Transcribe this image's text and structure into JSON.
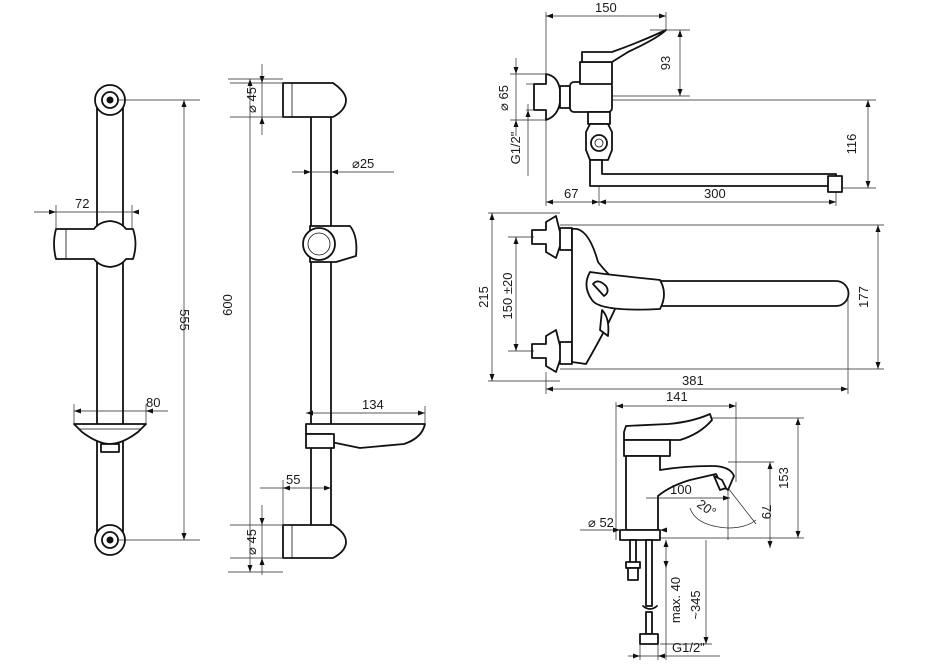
{
  "rail_front": {
    "dim_width": "72",
    "dim_height": "555",
    "dim_tray": "80"
  },
  "rail_side": {
    "dim_holder_dia": "45",
    "dim_tube_dia": "25",
    "dim_height": "600",
    "dim_tray_depth": "134",
    "dim_holder_depth": "55",
    "dim_holder_dia_bottom": "45"
  },
  "wall_mixer_side": {
    "dim_body_width": "150",
    "dim_handle_height": "93",
    "dim_inlet_dia": "65",
    "dim_thread": "G1/2\"",
    "dim_spout_height": "116",
    "dim_wall_offset": "67",
    "dim_spout_length": "300"
  },
  "wall_mixer_top": {
    "dim_depth": "215",
    "dim_centers": "150 ±20",
    "dim_width": "177",
    "dim_length": "381"
  },
  "basin_mixer": {
    "dim_width": "141",
    "dim_height": "153",
    "dim_reach": "100",
    "dim_angle": "20°",
    "dim_spout_height": "79",
    "dim_base_dia": "52",
    "dim_max_thickness": "max. 40",
    "dim_hose_length": "~345",
    "dim_thread": "G1/2\""
  },
  "symbols": {
    "diameter": "⌀"
  }
}
